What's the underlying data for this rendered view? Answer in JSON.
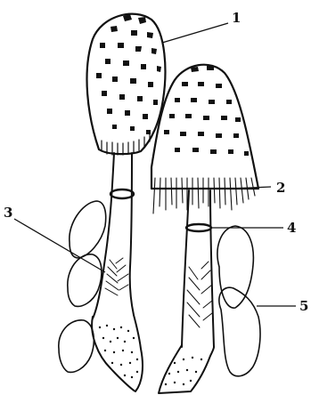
{
  "labels": {
    "label_1": "1",
    "label_2": "2",
    "label_3": "3",
    "label_4": "4",
    "label_5": "5"
  },
  "colors": {
    "ink": "#111111",
    "background": "#ffffff"
  }
}
